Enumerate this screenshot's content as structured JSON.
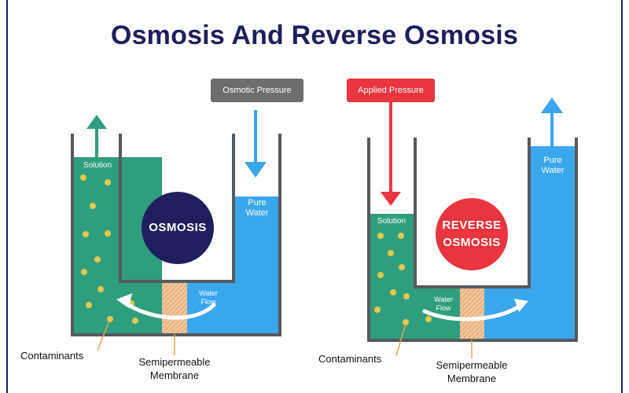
{
  "title": "Osmosis And Reverse Osmosis",
  "colors": {
    "title": "#1e1f5c",
    "solution": "#2f9e7f",
    "pure_water": "#3aa6ec",
    "membrane": "#f3c79b",
    "container_wall": "#555a5e",
    "contaminant": "#e4c94a",
    "osmosis_circle": "#1e1f5c",
    "reverse_circle": "#e8353f",
    "osmotic_pill": "#6d6d6d",
    "applied_pill": "#e8353f"
  },
  "osmosis": {
    "pressure_label": "Osmotic Pressure",
    "solution_label": "Solution",
    "pure_water_label": [
      "Pure",
      "Water"
    ],
    "water_flow_label": [
      "Water",
      "Flow"
    ],
    "circle_label": "OSMOSIS",
    "contaminants_label": "Contaminants",
    "membrane_label": [
      "Semipermeable",
      "Membrane"
    ]
  },
  "reverse": {
    "pressure_label": "Applied Pressure",
    "solution_label": "Solution",
    "pure_water_label": [
      "Pure",
      "Water"
    ],
    "water_flow_label": [
      "Water",
      "Flow"
    ],
    "circle_label": [
      "REVERSE",
      "OSMOSIS"
    ],
    "contaminants_label": "Contaminants",
    "membrane_label": [
      "Semipermeable",
      "Membrane"
    ]
  }
}
